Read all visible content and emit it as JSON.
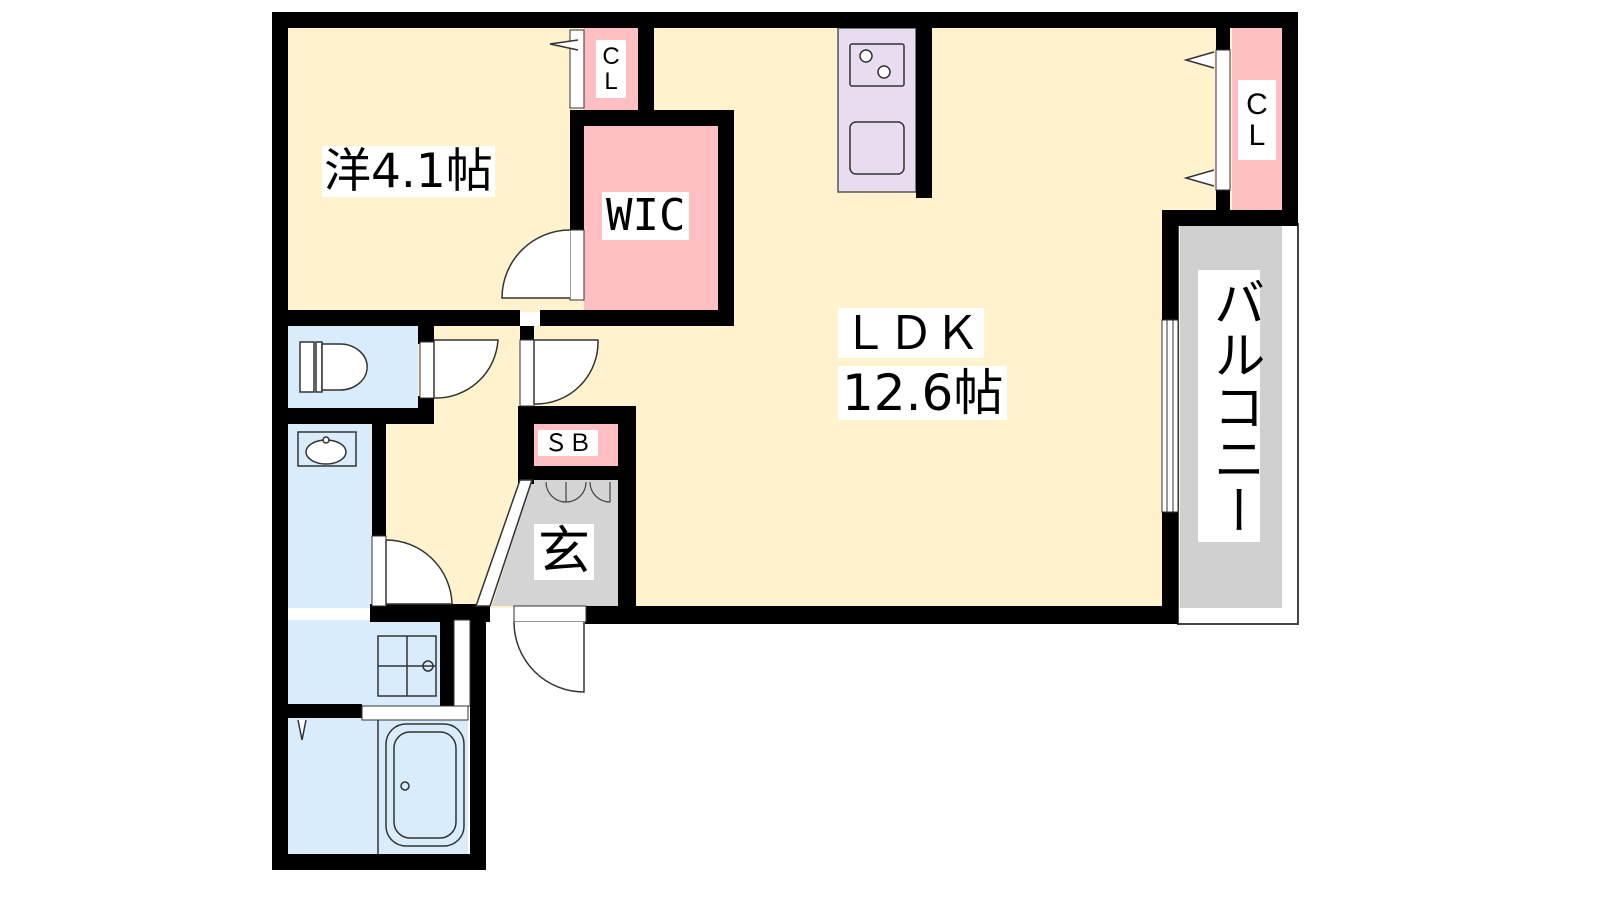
{
  "colors": {
    "wall": "#000000",
    "living_floor": "#fff2cc",
    "wet_area": "#d9ecfb",
    "storage": "#ffbfc2",
    "kitchen": "#e8ddf0",
    "entrance_floor": "#d4d4d4",
    "balcony": "#d0d0d0",
    "background": "#ffffff"
  },
  "rooms": {
    "western_room": "洋4.1帖",
    "walk_in_closet": "WIC",
    "ldk_name": "ＬＤＫ",
    "ldk_size": "12.6帖",
    "entrance": "玄",
    "shoe_box": "ＳＢ",
    "balcony": "バルコニー"
  },
  "closets": [
    {
      "top": "C",
      "bottom": "L"
    },
    {
      "top": "C",
      "bottom": "L"
    }
  ],
  "icons": [
    "toilet-icon",
    "washbasin-icon",
    "washing-machine-icon",
    "bathtub-icon",
    "stove-icon",
    "kitchen-sink-icon",
    "door-swing-icon",
    "sliding-window-icon"
  ]
}
